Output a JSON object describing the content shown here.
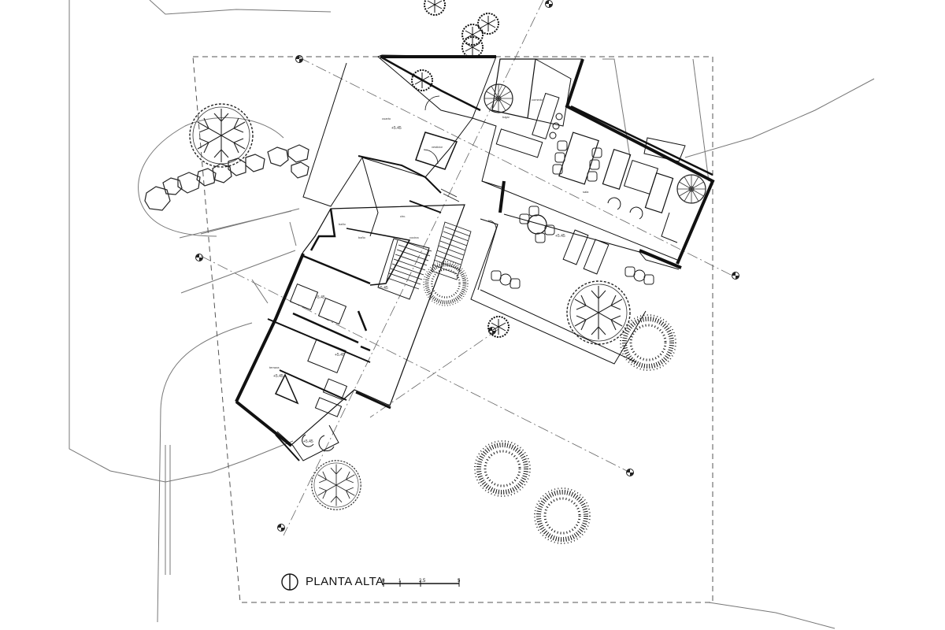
{
  "title": "PLANTA ALTA",
  "scale": {
    "marks": [
      "0",
      "1",
      "2.5",
      "5"
    ]
  },
  "level_marks": [
    "+5.45",
    "+5.45",
    "+5.45",
    "+5.45",
    "+5.45",
    "+5.45",
    "+5.45"
  ],
  "room_labels": [
    "cuarto",
    "vestidor",
    "baño",
    "baño",
    "circ.",
    "terraza",
    "sala",
    "comedor",
    "cocina",
    "bajar"
  ],
  "colors": {
    "ink": "#1a1a1a",
    "stroke": "#3a3a3a",
    "light": "#7a7a7a",
    "paper": "#ffffff"
  },
  "icons": [
    "north-arrow-icon",
    "tree-icon",
    "shrub-icon",
    "spiral-stair-icon",
    "survey-marker-icon"
  ]
}
